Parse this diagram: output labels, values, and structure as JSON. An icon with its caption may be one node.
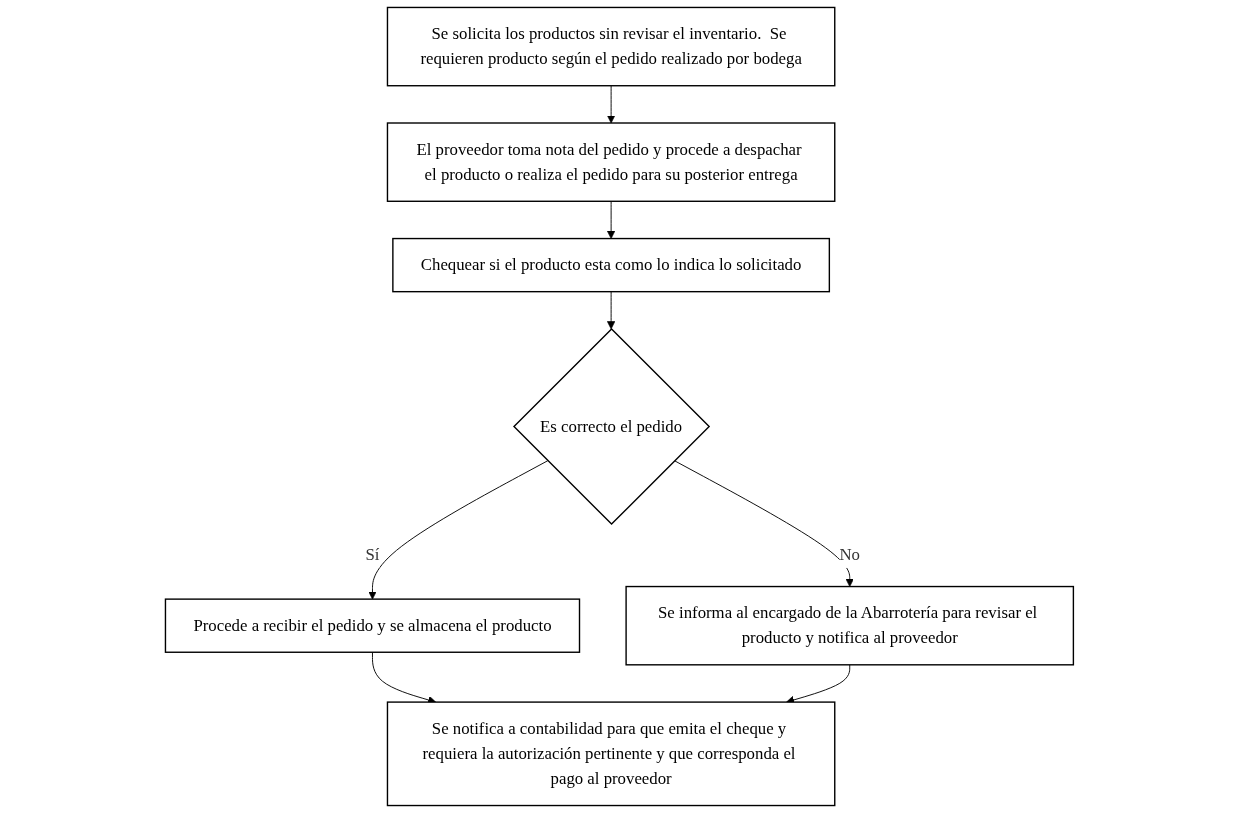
{
  "diagram": {
    "nodes": [
      {
        "text": [
          "Se solicita los productos sin revisar el inventario.  Se requieren producto según el pedido realizado por bodega"
        ]
      },
      {
        "text": [
          "El proveedor toma nota del pedido y procede a despachar el producto o realiza el pedido para su posterior entrega"
        ]
      },
      {
        "text": [
          "Chequear si el producto esta como lo indica lo solicitado"
        ]
      },
      {
        "text": [
          "Es correcto el pedido"
        ]
      },
      {
        "text": [
          "Se informa al encargado de la Abarrotería para revisar el producto y notifica al proveedor"
        ]
      },
      {
        "text": [
          "Procede a recibir el pedido y se almacena el producto"
        ]
      },
      {
        "text": [
          "Se notifica a contabilidad para que emita el cheque y requiera la autorización pertinente y que corresponda el pago al proveedor"
        ]
      }
    ],
    "edges": [
      {
        "from": 0,
        "to": 1,
        "arrow": "to"
      },
      {
        "from": 1,
        "to": 2,
        "arrow": "to"
      },
      {
        "from": 2,
        "to": 3,
        "arrow": "to"
      },
      {
        "from": 3,
        "to": 4,
        "arrow": "to",
        "label": "No"
      },
      {
        "from": 3,
        "to": 5,
        "arrow": "to",
        "label": "Sí"
      },
      {
        "from": 5,
        "to": 6,
        "arrow": "to"
      },
      {
        "from": 4,
        "to": 6,
        "arrow": "to"
      }
    ]
  }
}
